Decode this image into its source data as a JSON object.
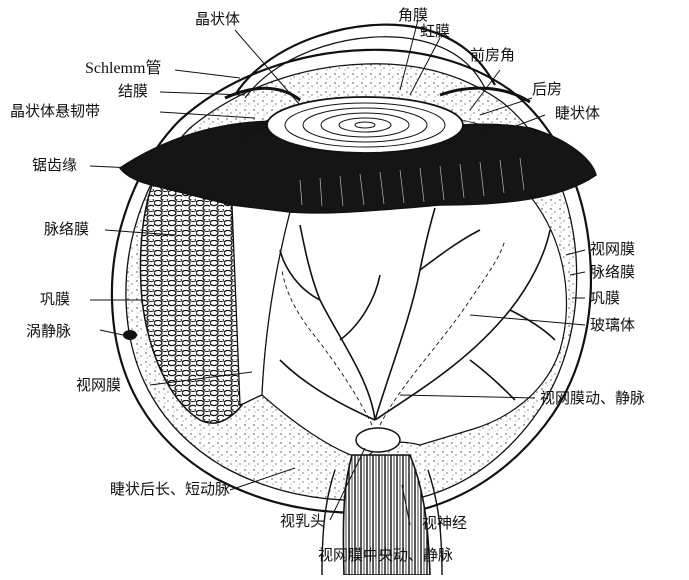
{
  "labels": {
    "lens": "晶状体",
    "cornea": "角膜",
    "iris": "虹膜",
    "anterior_chamber_angle": "前房角",
    "schlemm_canal": "Schlemm管",
    "conjunctiva": "结膜",
    "zonule": "晶状体悬韧带",
    "posterior_chamber": "后房",
    "ciliary_body": "睫状体",
    "ora_serrata": "锯齿缘",
    "choroid_left": "脉络膜",
    "sclera_left": "巩膜",
    "vortex_vein": "涡静脉",
    "retina_left": "视网膜",
    "retina_right": "视网膜",
    "choroid_right": "脉络膜",
    "sclera_right": "巩膜",
    "vitreous": "玻璃体",
    "retinal_vessels": "视网膜动、静脉",
    "posterior_ciliary_arteries": "睫状后长、短动脉",
    "optic_disc": "视乳头",
    "optic_nerve": "视神经",
    "central_retinal_vessels": "视网膜中央动、静脉"
  },
  "colors": {
    "ink": "#111111",
    "paper": "#ffffff",
    "ciliary": "#151515"
  }
}
